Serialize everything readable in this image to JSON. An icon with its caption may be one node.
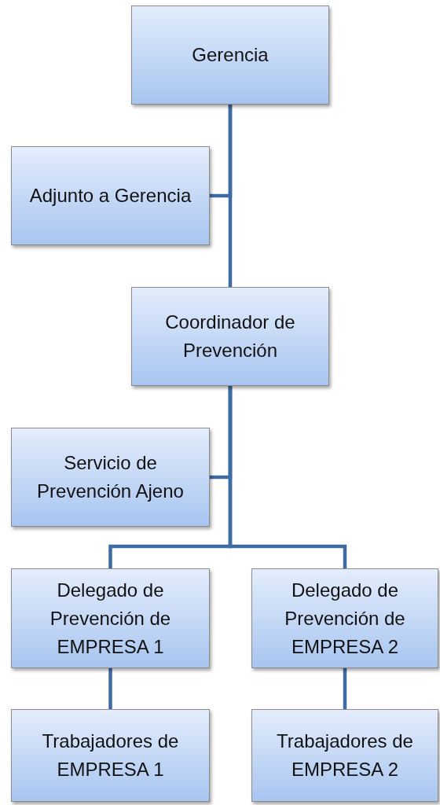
{
  "diagram": {
    "nodes": [
      {
        "text": [
          "Gerencia"
        ]
      },
      {
        "text": [
          "Adjunto a Gerencia"
        ]
      },
      {
        "text": [
          "Coordinador de Prevención"
        ]
      },
      {
        "text": [
          "Servicio de Prevención Ajeno"
        ]
      },
      {
        "text": [
          "Delegado de Prevención de EMPRESA 1"
        ]
      },
      {
        "text": [
          "Delegado de Prevención de EMPRESA 2"
        ]
      },
      {
        "text": [
          "Trabajadores de EMPRESA 1"
        ]
      },
      {
        "text": [
          "Trabajadores de EMPRESA 2"
        ]
      }
    ],
    "edges": [
      {
        "from": 0,
        "to": 1,
        "arrow": "none"
      },
      {
        "from": 0,
        "to": 2,
        "arrow": "none"
      },
      {
        "from": 2,
        "to": 3,
        "arrow": "none"
      },
      {
        "from": 2,
        "to": 4,
        "arrow": "none"
      },
      {
        "from": 2,
        "to": 5,
        "arrow": "none"
      },
      {
        "from": 4,
        "to": 6,
        "arrow": "none"
      },
      {
        "from": 5,
        "to": 7,
        "arrow": "none"
      }
    ]
  }
}
